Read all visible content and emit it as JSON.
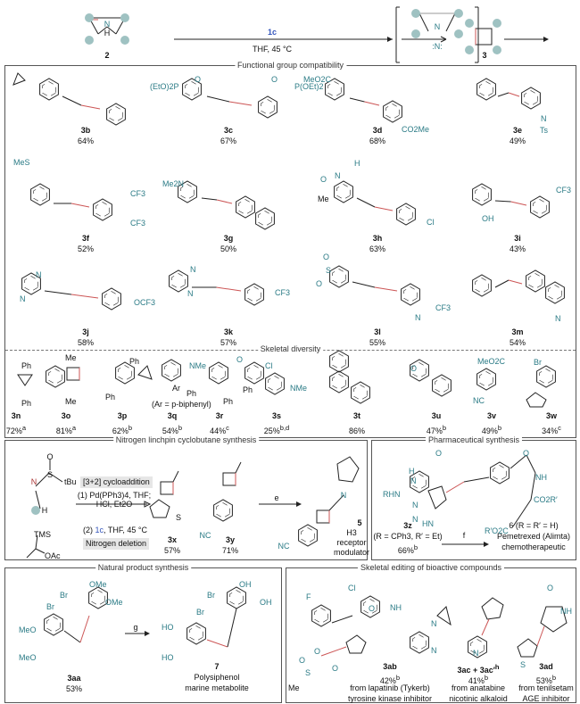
{
  "top": {
    "sm": "2",
    "reagent": "1c",
    "cond": "THF, 45 °C",
    "int_n": "N",
    "int_n2": ":N:",
    "nh": "N",
    "h": "H",
    "prod": "3"
  },
  "fg": {
    "title": "Functional group compatibility",
    "compounds": [
      {
        "id": "3b",
        "yield": "64%"
      },
      {
        "id": "3c",
        "yield": "67%"
      },
      {
        "id": "3d",
        "yield": "68%"
      },
      {
        "id": "3e",
        "yield": "49%"
      },
      {
        "id": "3f",
        "yield": "52%"
      },
      {
        "id": "3g",
        "yield": "50%"
      },
      {
        "id": "3h",
        "yield": "63%"
      },
      {
        "id": "3i",
        "yield": "43%"
      },
      {
        "id": "3j",
        "yield": "58%"
      },
      {
        "id": "3k",
        "yield": "57%"
      },
      {
        "id": "3l",
        "yield": "55%"
      },
      {
        "id": "3m",
        "yield": "54%"
      }
    ],
    "subs": [
      "(EtO)2P",
      "O",
      "P(OEt)2",
      "O",
      "MeO2C",
      "CO2Me",
      "N",
      "Ts",
      "MeS",
      "CF3",
      "CF3",
      "Me2N",
      "H",
      "N",
      "O",
      "Me",
      "Cl",
      "OH",
      "CF3",
      "N",
      "N",
      "OCF3",
      "N",
      "N",
      "CF3",
      "O",
      "O",
      "S",
      "N",
      "CF3",
      "N"
    ]
  },
  "sk": {
    "title": "Skeletal diversity",
    "compounds": [
      {
        "id": "3n",
        "yield": "72%",
        "sup": "a"
      },
      {
        "id": "3o",
        "yield": "81%",
        "sup": "a"
      },
      {
        "id": "3p",
        "yield": "62%",
        "sup": "b"
      },
      {
        "id": "3q",
        "yield": "54%",
        "sup": "b"
      },
      {
        "id": "3r",
        "yield": "44%",
        "sup": "c"
      },
      {
        "id": "3s",
        "yield": "25%",
        "sup": "b,d"
      },
      {
        "id": "3t",
        "yield": "86%",
        "sup": ""
      },
      {
        "id": "3u",
        "yield": "47%",
        "sup": "b"
      },
      {
        "id": "3v",
        "yield": "49%",
        "sup": "b"
      },
      {
        "id": "3w",
        "yield": "34%",
        "sup": "c"
      }
    ],
    "subs": [
      "Ph",
      "Ph",
      "Me",
      "Me",
      "Ph",
      "Ph",
      "Ph",
      "NMe",
      "Ar",
      "(Ar = p-biphenyl)",
      "O",
      "Ph",
      "Cl",
      "Ph",
      "NMe",
      "O",
      "MeO2C",
      "NC",
      "Br"
    ]
  },
  "nl": {
    "title": "Nitrogen linchpin cyclobutane synthesis",
    "o": "O",
    "s": "S",
    "tbu": "tBu",
    "n": "N",
    "h": "H",
    "tms": "TMS",
    "oac": "OAc",
    "step_a": "[3+2] cycloaddition",
    "step1": "(1) Pd(PPh3)4, THF;",
    "step1b": "HCl, Et2O",
    "step2_pre": "(2)",
    "step2_reagent": "1c",
    "step2_post": ", THF, 45 °C",
    "step_b": "Nitrogen deletion",
    "c1": {
      "id": "3x",
      "yield": "57%"
    },
    "c2": {
      "id": "3y",
      "yield": "71%"
    },
    "nc": "NC",
    "thio_s": "S",
    "arrow": "e",
    "p": {
      "id": "5",
      "desc": "H3 receptor modulator",
      "n": "N",
      "nc": "NC"
    }
  },
  "ph": {
    "title": "Pharmaceutical synthesis",
    "id": "3z",
    "r": "(R = CPh3, R′ = Et)",
    "yield": "66%",
    "sup": "b",
    "arrow": "f",
    "p_id": "6 (R = R′ = H)",
    "p_name": "Pemetrexed (Alimta)",
    "p_desc": "chemotherapeutic",
    "subs": [
      "H",
      "O",
      "N",
      "RHN",
      "N",
      "N",
      "HN",
      "O",
      "NH",
      "CO2R′",
      "R′O2C"
    ]
  },
  "np": {
    "title": "Natural product synthesis",
    "id": "3aa",
    "yield": "53%",
    "arrow": "g",
    "p_id": "7",
    "p_name": "Polysiphenol",
    "p_desc": "marine metabolite",
    "subs": [
      "OMe",
      "Br",
      "OMe",
      "Br",
      "MeO",
      "MeO",
      "OH",
      "Br",
      "OH",
      "Br",
      "HO",
      "HO"
    ]
  },
  "se": {
    "title": "Skeletal editing of bioactive compounds",
    "compounds": [
      {
        "id": "3ab",
        "yield": "42%",
        "sup": "b",
        "from": "from lapatinib (Tykerb)",
        "desc": "tyrosine kinase inhibitor"
      },
      {
        "id": "3ac + 3ac′",
        "idsup": "h",
        "yield": "41%",
        "sup": "b",
        "from": "from anatabine",
        "desc": "nicotinic alkaloid"
      },
      {
        "id": "3ad",
        "yield": "53%",
        "sup": "b",
        "from": "from tenilsetam",
        "desc": "AGE inhibitor"
      }
    ],
    "subs": [
      "F",
      "Cl",
      "O",
      "NH",
      "N",
      "N",
      "O",
      "O",
      "S",
      "O",
      "Me",
      "N",
      "O",
      "NH",
      "S"
    ]
  }
}
